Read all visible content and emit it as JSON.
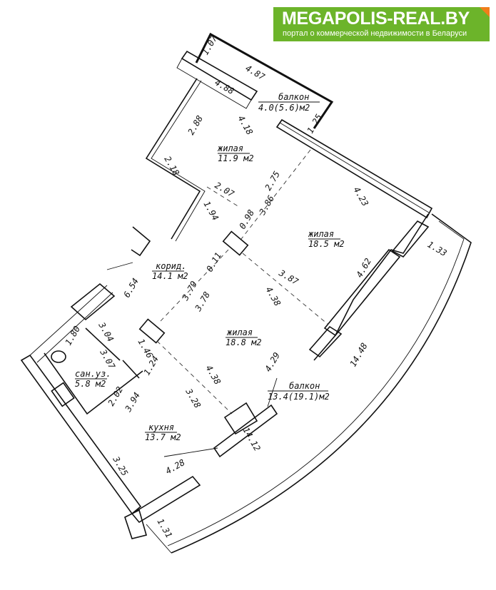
{
  "logo": {
    "title": "MEGAPOLIS-REAL.BY",
    "subtitle": "портал о коммерческой недвижимости в Беларуси",
    "color": "#6cb42a",
    "corner_color": "#f07d1a"
  },
  "rooms": [
    {
      "name": "балкон",
      "area": "4.0(5.6)м2"
    },
    {
      "name": "жилая",
      "area": "11.9 м2"
    },
    {
      "name": "жилая",
      "area": "18.5 м2"
    },
    {
      "name": "корид.",
      "area": "14.1 м2"
    },
    {
      "name": "жилая",
      "area": "18.8 м2"
    },
    {
      "name": "сан.уз.",
      "area": "5.8 м2"
    },
    {
      "name": "балкон",
      "area": "13.4(19.1)м2"
    },
    {
      "name": "кухня",
      "area": "13.7 м2"
    }
  ],
  "dimensions": [
    "1.07",
    "4.87",
    "4.88",
    "4.18",
    "1.25",
    "2.88",
    "2.18",
    "2.07",
    "2.75",
    "1.94",
    "3.86",
    "0.98",
    "4.23",
    "1.33",
    "0.11",
    "3.87",
    "4.62",
    "6.54",
    "3.79",
    "4.38",
    "3.78",
    "1.80",
    "3.04",
    "3.07",
    "1.46",
    "4.29",
    "14.48",
    "1.24",
    "4.38",
    "2.02",
    "3.94",
    "3.28",
    "14.12",
    "3.25",
    "4.28",
    "1.31"
  ]
}
